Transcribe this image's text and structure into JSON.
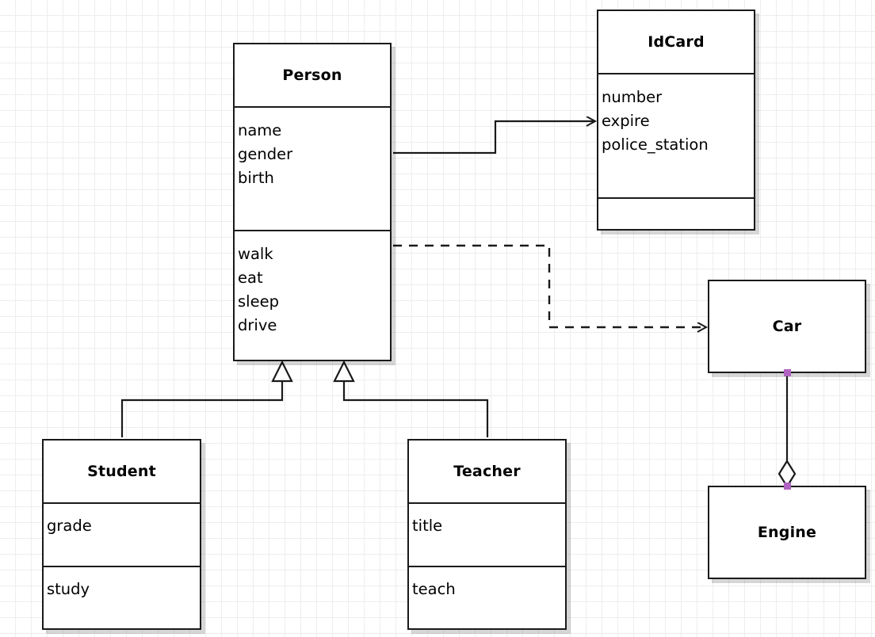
{
  "diagram": {
    "type": "uml-class-diagram",
    "background": "#ffffff",
    "grid_color": "#ededed",
    "line_color": "#1a1a1a",
    "handle_color": "#b063c1"
  },
  "classes": [
    {
      "id": "person",
      "name": "Person",
      "attributes": [
        "name",
        "gender",
        "birth"
      ],
      "methods": [
        "walk",
        "eat",
        "sleep",
        "drive"
      ]
    },
    {
      "id": "idcard",
      "name": "IdCard",
      "attributes": [
        "number",
        "expire",
        "police_station"
      ],
      "methods": []
    },
    {
      "id": "student",
      "name": "Student",
      "attributes": [
        "grade"
      ],
      "methods": [
        "study"
      ]
    },
    {
      "id": "teacher",
      "name": "Teacher",
      "attributes": [
        "title"
      ],
      "methods": [
        "teach"
      ]
    },
    {
      "id": "car",
      "name": "Car",
      "attributes": [],
      "methods": []
    },
    {
      "id": "engine",
      "name": "Engine",
      "attributes": [],
      "methods": []
    }
  ],
  "relationships": [
    {
      "id": "person-idcard",
      "kind": "association",
      "from": "Person",
      "to": "IdCard",
      "style": "solid",
      "arrow": "open"
    },
    {
      "id": "person-car",
      "kind": "dependency",
      "from": "Person",
      "to": "Car",
      "style": "dashed",
      "arrow": "open"
    },
    {
      "id": "student-person",
      "kind": "generalization",
      "from": "Student",
      "to": "Person",
      "style": "solid",
      "arrow": "hollow-triangle"
    },
    {
      "id": "teacher-person",
      "kind": "generalization",
      "from": "Teacher",
      "to": "Person",
      "style": "solid",
      "arrow": "hollow-triangle"
    },
    {
      "id": "car-engine",
      "kind": "aggregation",
      "from": "Car",
      "to": "Engine",
      "style": "solid",
      "arrow": "hollow-diamond"
    }
  ]
}
